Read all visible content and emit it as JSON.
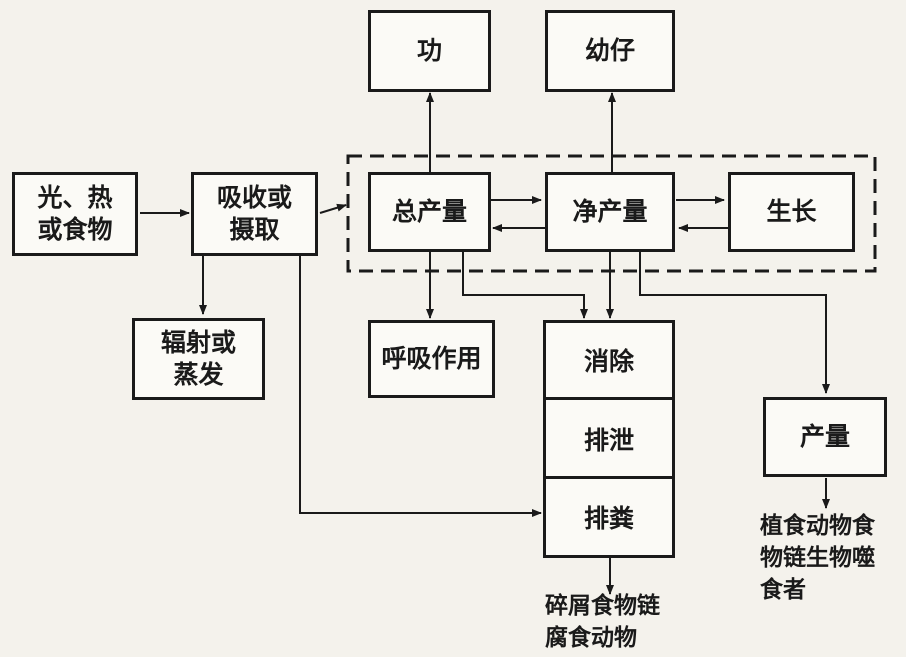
{
  "nodes": {
    "work": "功",
    "young": "幼仔",
    "source_line1": "光、热",
    "source_line2": "或食物",
    "intake_line1": "吸收或",
    "intake_line2": "摄取",
    "gross": "总产量",
    "net": "净产量",
    "growth": "生长",
    "radiation_line1": "辐射或",
    "radiation_line2": "蒸发",
    "respiration": "呼吸作用",
    "elimination": "消除",
    "excretion": "排泄",
    "egestion": "排粪",
    "production": "产量"
  },
  "notes": {
    "detritus_line1": "碎屑食物链",
    "detritus_line2": "腐食动物",
    "grazing_line1": "植食动物食",
    "grazing_line2": "物链生物噬",
    "grazing_line3": "食者"
  }
}
